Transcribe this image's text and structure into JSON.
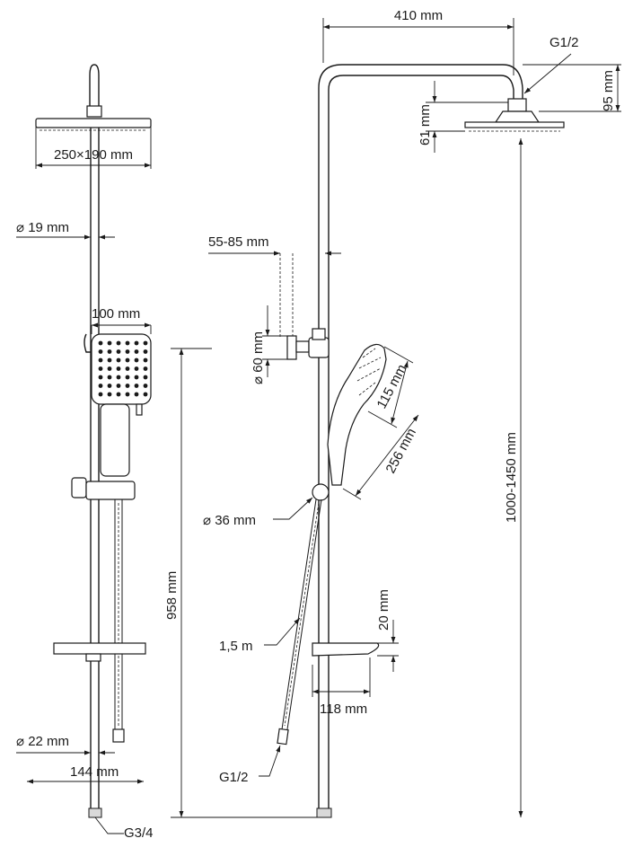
{
  "labels": {
    "head_size": "250×190 mm",
    "pipe_diameter": "⌀ 19 mm",
    "handset_width": "100 mm",
    "height_958": "958 mm",
    "bottom_pipe_diameter": "⌀ 22 mm",
    "wall_distance": "144 mm",
    "bottom_thread": "G3/4",
    "arm_length": "410 mm",
    "head_thread": "G1/2",
    "arm_drop": "95 mm",
    "head_drop": "61 mm",
    "bracket_range": "55-85 mm",
    "bracket_diameter": "⌀ 60 mm",
    "handset_head": "115 mm",
    "handset_length": "256 mm",
    "holder_diameter": "⌀ 36 mm",
    "height_range": "1000-1450 mm",
    "shelf_height": "20 mm",
    "hose_length": "1,5 m",
    "shelf_width": "118 mm",
    "hose_thread": "G1/2"
  }
}
